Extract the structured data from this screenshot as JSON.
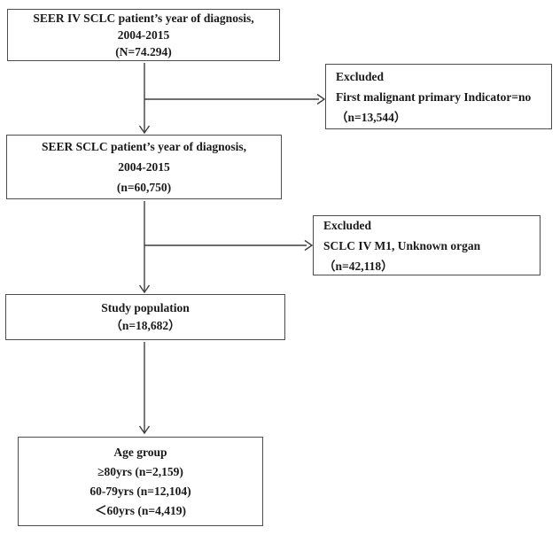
{
  "colors": {
    "background": "#ffffff",
    "text": "#1a1a1a",
    "box_border": "#4d4d4d",
    "arrow": "#3f3f3f"
  },
  "boxes": {
    "seer_iv": {
      "lines": [
        "SEER IV SCLC patient’s year of diagnosis,",
        "2004-2015",
        "(N=74.294)"
      ]
    },
    "excluded_first_malignant": {
      "lines": [
        "Excluded",
        "First malignant primary Indicator=no",
        "（n=13,544）"
      ]
    },
    "seer_sclc": {
      "lines": [
        "SEER SCLC patient’s year of diagnosis,",
        "2004-2015",
        "(n=60,750)"
      ]
    },
    "excluded_m1_unknown": {
      "lines": [
        "Excluded",
        "SCLC IV M1, Unknown organ",
        "（n=42,118）"
      ]
    },
    "study_population": {
      "lines": [
        "Study population",
        "（n=18,682）"
      ]
    },
    "age_group": {
      "lines": [
        "Age group",
        "≥80yrs (n=2,159)",
        "60-79yrs (n=12,104)",
        "＜60yrs (n=4,419)"
      ]
    }
  }
}
